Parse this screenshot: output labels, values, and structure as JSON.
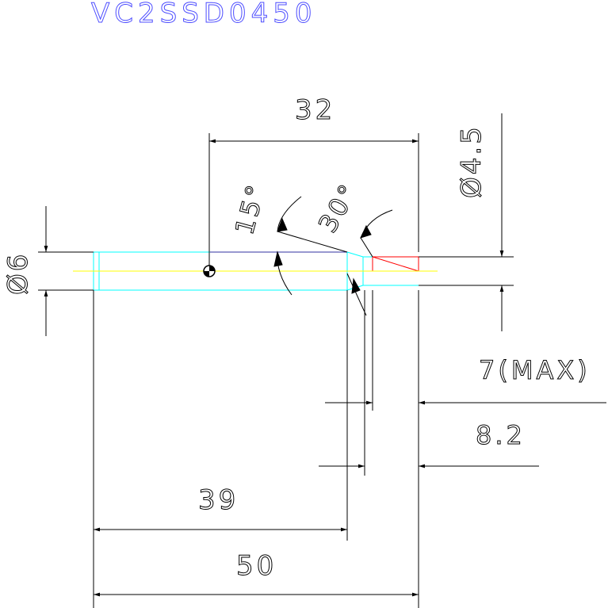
{
  "drawing": {
    "part_number": "VC2SSD0450",
    "dims": {
      "length_32": "32",
      "diameter_4_5": "Ø4.5",
      "diameter_6": "Ø6",
      "angle_15": "15°",
      "angle_30": "30°",
      "max_7": "7(MAX)",
      "length_8_2": "8.2",
      "length_39": "39",
      "length_50": "50"
    }
  },
  "colors": {
    "outline_cyan": "#00ffff",
    "centerline_yellow": "#ffff00",
    "tip_red": "#ff0000",
    "title_blue": "#4d4dff",
    "dimension_black": "#000000"
  }
}
